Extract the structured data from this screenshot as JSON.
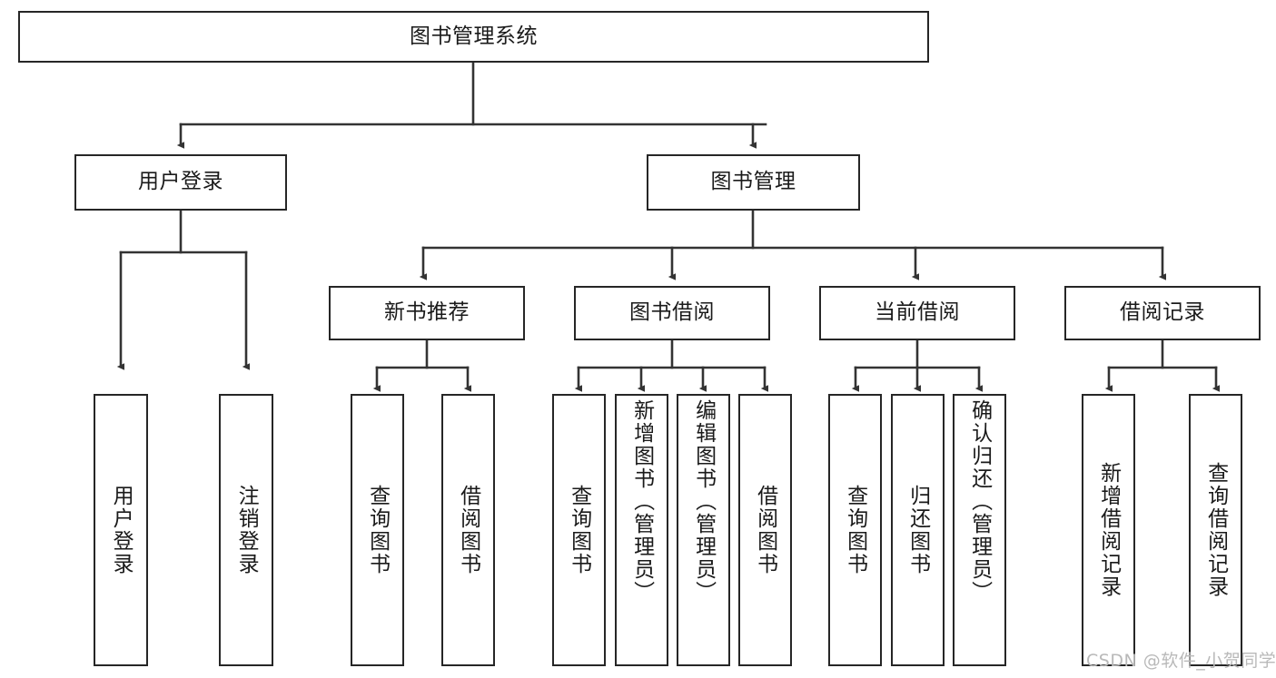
{
  "diagram": {
    "title": "图书管理系统",
    "type": "tree-hierarchy",
    "orientation": "top-down",
    "colors": {
      "box_border": "#262626",
      "box_fill": "#ffffff",
      "edge": "#333333",
      "text": "#1a1a1a",
      "watermark": "#b9b9b9",
      "background": "#ffffff"
    },
    "watermark": "CSDN @软件_小贺同学",
    "nodes": {
      "root": {
        "label": "图书管理系统"
      },
      "level2": [
        {
          "id": "user-login",
          "label": "用户登录"
        },
        {
          "id": "book-manage",
          "label": "图书管理"
        }
      ],
      "level3": [
        {
          "id": "new-book-recommend",
          "label": "新书推荐"
        },
        {
          "id": "book-borrow",
          "label": "图书借阅"
        },
        {
          "id": "current-borrow",
          "label": "当前借阅"
        },
        {
          "id": "borrow-record",
          "label": "借阅记录"
        }
      ],
      "leaves": {
        "user-login": [
          {
            "id": "leaf-user-login",
            "label": "用户登录"
          },
          {
            "id": "leaf-logout-login",
            "label": "注销登录"
          }
        ],
        "new-book-recommend": [
          {
            "id": "leaf-query-book-1",
            "label": "查询图书"
          },
          {
            "id": "leaf-borrow-book-1",
            "label": "借阅图书"
          }
        ],
        "book-borrow": [
          {
            "id": "leaf-query-book-2",
            "label": "查询图书"
          },
          {
            "id": "leaf-add-book-admin",
            "label": "新增图书（管理员）"
          },
          {
            "id": "leaf-edit-book-admin",
            "label": "编辑图书（管理员）"
          },
          {
            "id": "leaf-borrow-book-2",
            "label": "借阅图书"
          }
        ],
        "current-borrow": [
          {
            "id": "leaf-query-book-3",
            "label": "查询图书"
          },
          {
            "id": "leaf-return-book",
            "label": "归还图书"
          },
          {
            "id": "leaf-confirm-return-admin",
            "label": "确认归还（管理员）"
          }
        ],
        "borrow-record": [
          {
            "id": "leaf-add-borrow-record",
            "label": "新增借阅记录"
          },
          {
            "id": "leaf-query-borrow-record",
            "label": "查询借阅记录"
          }
        ]
      }
    }
  }
}
